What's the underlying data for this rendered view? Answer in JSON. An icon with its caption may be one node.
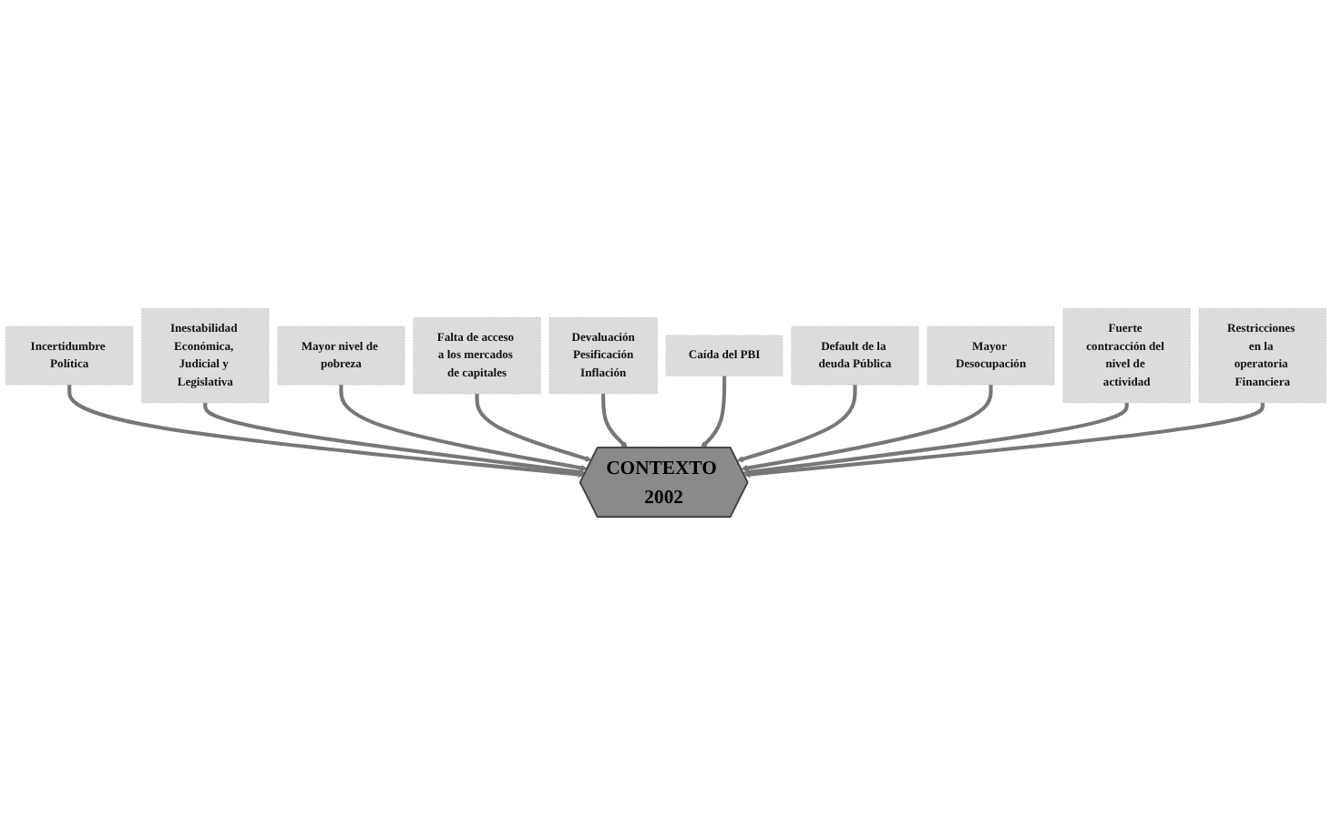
{
  "diagram": {
    "nodes": [
      {
        "text": [
          "Incertidumbre Política"
        ]
      },
      {
        "text": [
          "Inestabilidad Económica, Judicial y Legislativa"
        ]
      },
      {
        "text": [
          "Mayor nivel de pobreza"
        ]
      },
      {
        "text": [
          "CONTEXTO 2002"
        ]
      },
      {
        "text": [
          "Falta de acceso a los mercados de capitales"
        ]
      },
      {
        "text": [
          "Devaluación",
          "Pesificación",
          "Inflación"
        ]
      },
      {
        "text": [
          "Caída del PBI"
        ]
      },
      {
        "text": [
          "Default de la deuda Pública"
        ]
      },
      {
        "text": [
          "Mayor Desocupación"
        ]
      },
      {
        "text": [
          "Fuerte contracción del nivel de actividad"
        ]
      },
      {
        "text": [
          "Restricciones en la operatoria Financiera"
        ]
      }
    ],
    "edges": [
      {
        "from": 0,
        "to": 3,
        "arrow": "to"
      },
      {
        "from": 1,
        "to": 3,
        "arrow": "to"
      },
      {
        "from": 2,
        "to": 3,
        "arrow": "to"
      },
      {
        "from": 4,
        "to": 3,
        "arrow": "to"
      },
      {
        "from": 5,
        "to": 3,
        "arrow": "to"
      },
      {
        "from": 6,
        "to": 3,
        "arrow": "to"
      },
      {
        "from": 7,
        "to": 3,
        "arrow": "to"
      },
      {
        "from": 8,
        "to": 3,
        "arrow": "to"
      },
      {
        "from": 9,
        "to": 3,
        "arrow": "to"
      },
      {
        "from": 10,
        "to": 3,
        "arrow": "to"
      }
    ]
  }
}
